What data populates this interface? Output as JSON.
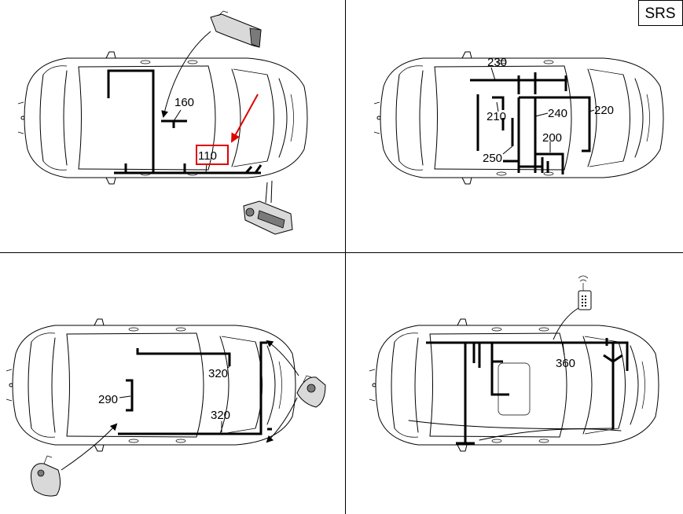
{
  "system_tag": "SRS",
  "panels": {
    "top_left": {
      "labels": [
        "160",
        "110"
      ],
      "highlighted_label": "110"
    },
    "top_right": {
      "labels": [
        "230",
        "210",
        "240",
        "220",
        "200",
        "250"
      ]
    },
    "bottom_left": {
      "labels": [
        "320",
        "290",
        "320"
      ]
    },
    "bottom_right": {
      "labels": [
        "360"
      ]
    }
  },
  "colors": {
    "highlight": "#e00000",
    "lines": "#000000",
    "background": "#ffffff"
  },
  "icons": {
    "steering_wheel_airbag": "steering-wheel-airbag-icon",
    "remote_key": "remote-key-icon",
    "curtain_airbag_front": "curtain-airbag-icon",
    "curtain_airbag_rear": "curtain-airbag-rear-icon",
    "control_unit": "airbag-control-unit-icon"
  }
}
